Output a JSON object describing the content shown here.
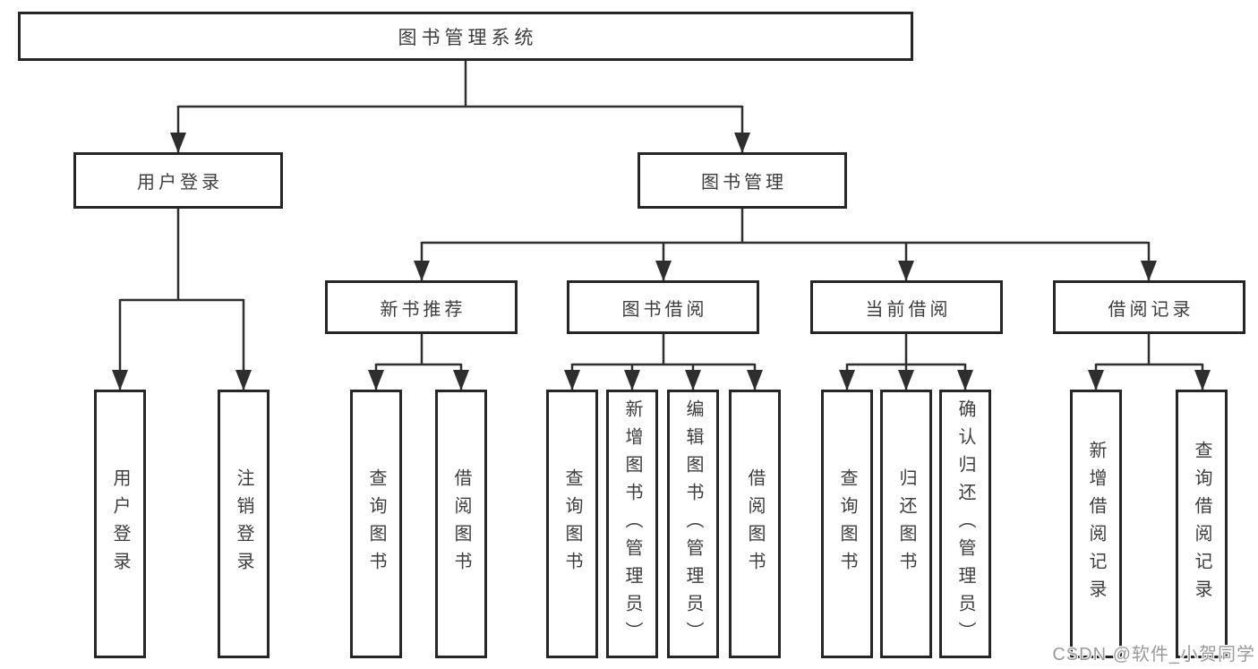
{
  "diagram_title": "图书管理系统",
  "tree": {
    "label": "图书管理系统",
    "children": [
      {
        "label": "用户登录",
        "children": [
          {
            "label": "用户登录"
          },
          {
            "label": "注销登录"
          }
        ]
      },
      {
        "label": "图书管理",
        "children": [
          {
            "label": "新书推荐",
            "children": [
              {
                "label": "查询图书"
              },
              {
                "label": "借阅图书"
              }
            ]
          },
          {
            "label": "图书借阅",
            "children": [
              {
                "label": "查询图书"
              },
              {
                "label": "新增图书（管理员）"
              },
              {
                "label": "编辑图书（管理员）"
              },
              {
                "label": "借阅图书"
              }
            ]
          },
          {
            "label": "当前借阅",
            "children": [
              {
                "label": "查询图书"
              },
              {
                "label": "归还图书"
              },
              {
                "label": "确认归还（管理员）"
              }
            ]
          },
          {
            "label": "借阅记录",
            "children": [
              {
                "label": "新增借阅记录"
              },
              {
                "label": "查询借阅记录"
              }
            ]
          }
        ]
      }
    ]
  },
  "watermark": {
    "text": "CSDN @软件_小贺同学",
    "color": "#9a9a9a"
  },
  "colors": {
    "background": "#ffffff",
    "box_border": "#262626",
    "connector": "#2e2e2e",
    "text": "#3d3d3d"
  }
}
